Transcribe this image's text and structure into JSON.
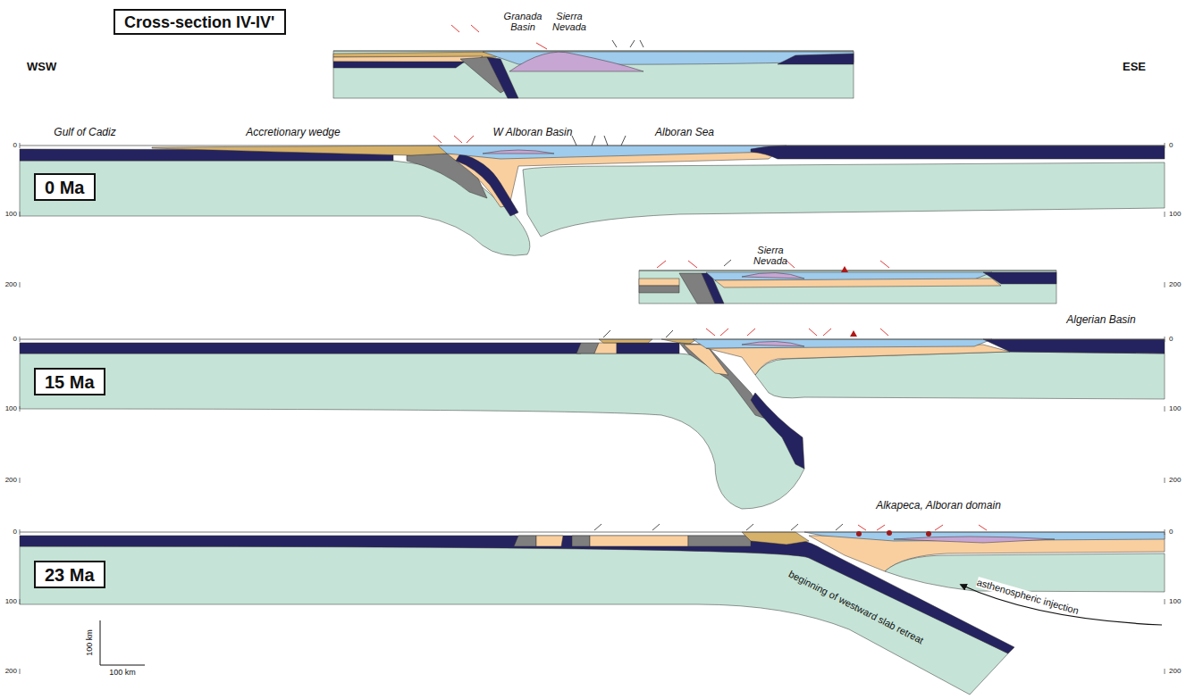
{
  "diagram": {
    "nodes": [
      {
        "text": [
          "Cross-section IV-IV'"
        ]
      },
      {
        "text": [
          "0 Ma"
        ]
      },
      {
        "text": [
          "15 Ma"
        ]
      },
      {
        "text": [
          "23 Ma"
        ]
      }
    ],
    "labels": [
      "WSW",
      "ESE",
      "Granada Basin",
      "Sierra Nevada",
      "Gulf of Cadiz",
      "Accretionary wedge",
      "W Alboran Basin",
      "Alboran Sea",
      "0",
      "100",
      "200",
      "0",
      "100",
      "200",
      "Sierra Nevada",
      "Algerian Basin",
      "0",
      "100",
      "200",
      "0",
      "100",
      "200",
      "Alkapeca, Alboran domain",
      "beginning of westward slab retreat",
      "asthenospheric injection",
      "0",
      "100",
      "200",
      "0",
      "100",
      "200",
      "100 km",
      "100 km"
    ]
  }
}
